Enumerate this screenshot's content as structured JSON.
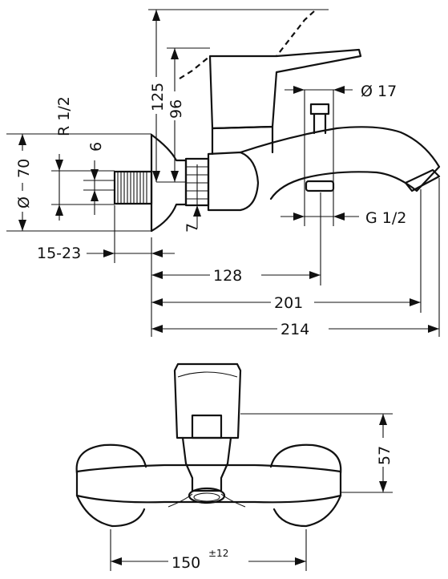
{
  "side_view": {
    "dimensions": {
      "height_lever_open": "125",
      "height_lever": "96",
      "handle_dia": "Ø 17",
      "thread_inlet": "R 1/2",
      "offset": "6",
      "rosette_dia": "Ø 70",
      "small_gap": "7",
      "outlet_thread": "G 1/2",
      "wall_range": "15-23",
      "length_inlet": "128",
      "length_spout": "201",
      "length_total": "214"
    }
  },
  "front_view": {
    "dimensions": {
      "height_front": "57",
      "center_distance": "150",
      "center_tolerance": "±12"
    }
  }
}
